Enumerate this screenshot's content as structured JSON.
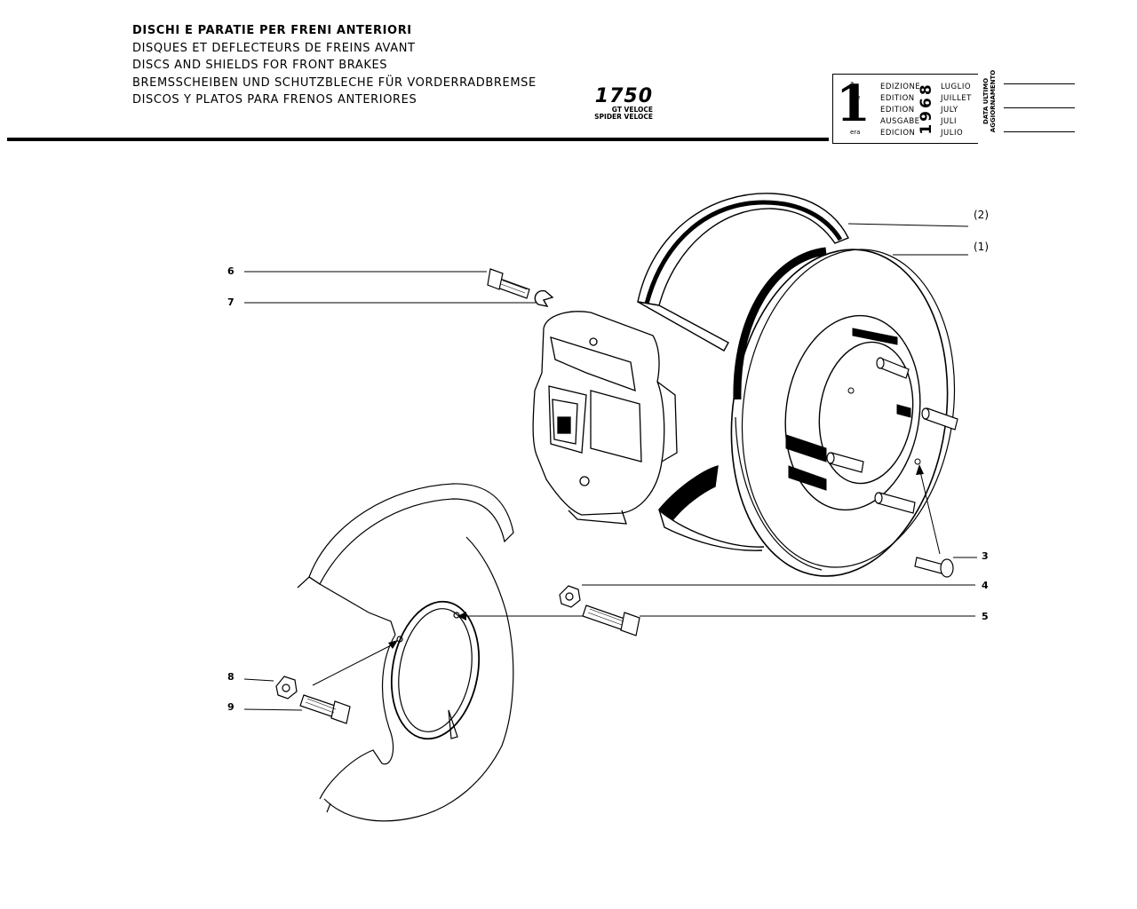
{
  "header": {
    "titles": [
      "DISCHI E PARATIE PER FRENI ANTERIORI",
      "DISQUES ET DEFLECTEURS DE FREINS AVANT",
      "DISCS AND SHIELDS FOR FRONT BRAKES",
      "BREMSSCHEIBEN UND SCHUTZBLECHE FÜR VORDERRADBREMSE",
      "DISCOS Y PLATOS PARA FRENOS ANTERIORES"
    ],
    "model_number": "1750",
    "model_variants": [
      "GT VELOCE",
      "SPIDER VELOCE"
    ]
  },
  "edition": {
    "number": "1",
    "suffixes": [
      "a",
      "ere",
      "st",
      ".",
      "era"
    ],
    "words": [
      "EDIZIONE",
      "EDITION",
      "EDITION",
      "AUSGABE",
      "EDICION"
    ],
    "year": "1968",
    "months": [
      "LUGLIO",
      "JUILLET",
      "JULY",
      "JULI",
      "JULIO"
    ],
    "last_update_label": "DATA ULTIMO AGGIORNAMENTO"
  },
  "callouts": {
    "c1": "(1)",
    "c2": "(2)",
    "c3": "3",
    "c4": "4",
    "c5": "5",
    "c6": "6",
    "c7": "7",
    "c8": "8",
    "c9": "9"
  }
}
